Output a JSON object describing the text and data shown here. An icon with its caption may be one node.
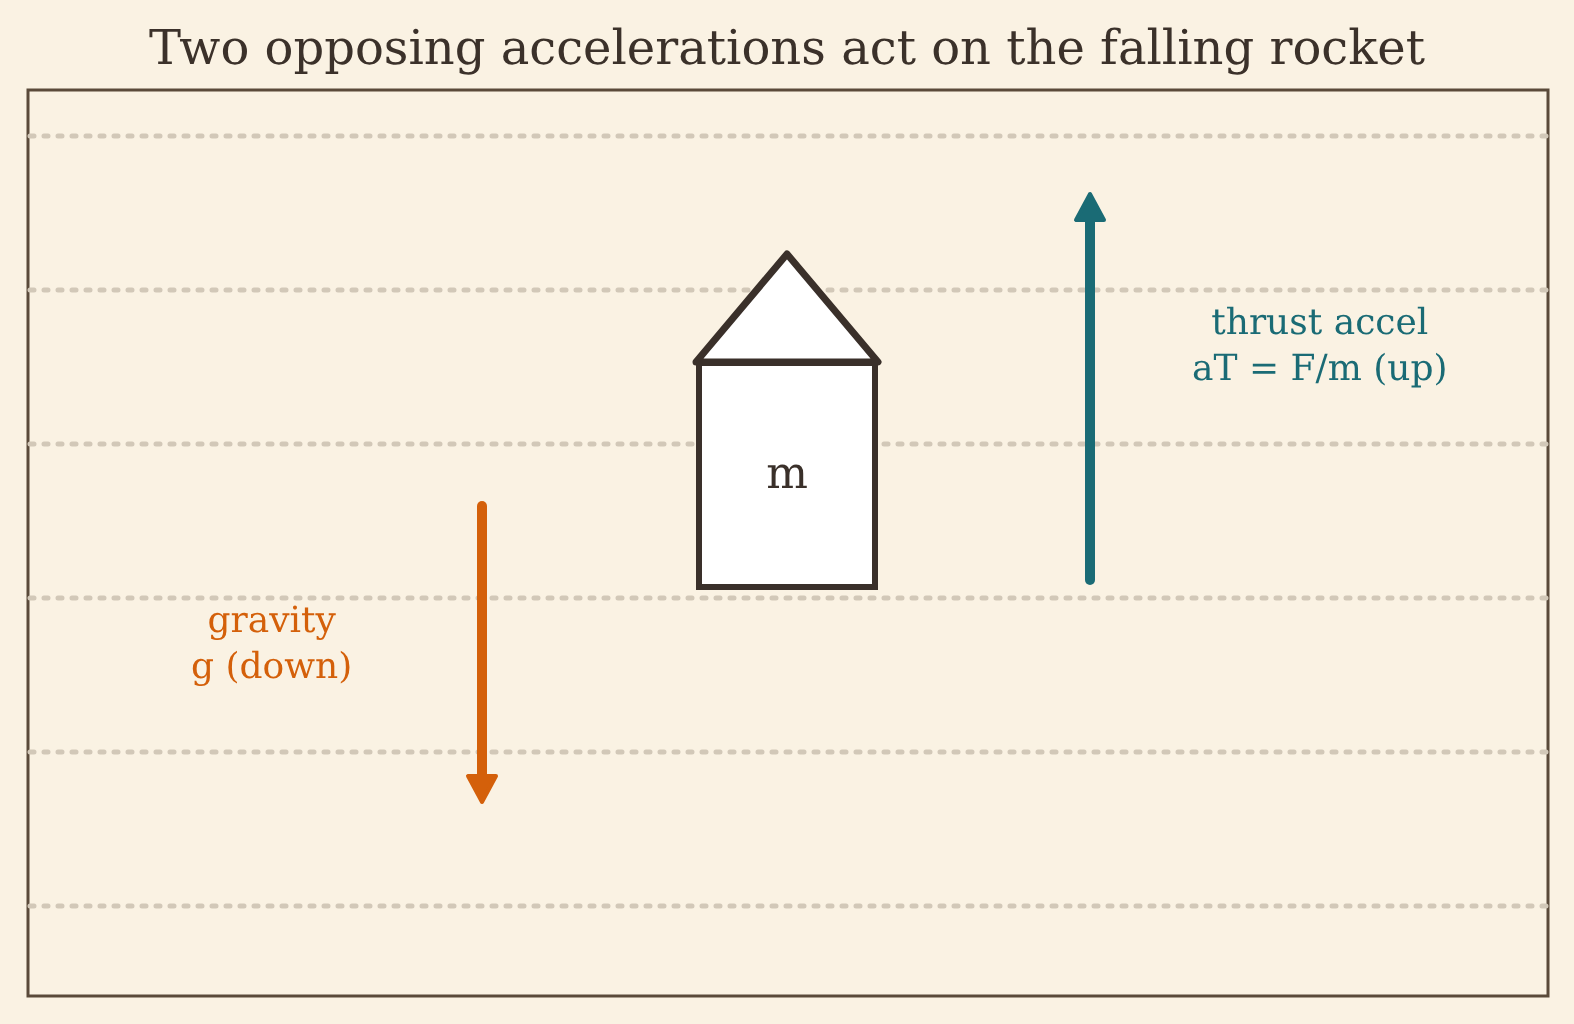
{
  "diagram": {
    "title": "Two opposing accelerations act on the falling rocket",
    "nodes": [
      {
        "text": [],
        "shape": "triangle"
      },
      {
        "text": [
          "m"
        ]
      }
    ],
    "labels": [
      "thrust accel aT = F/m (up)",
      "gravity g (down)"
    ]
  }
}
